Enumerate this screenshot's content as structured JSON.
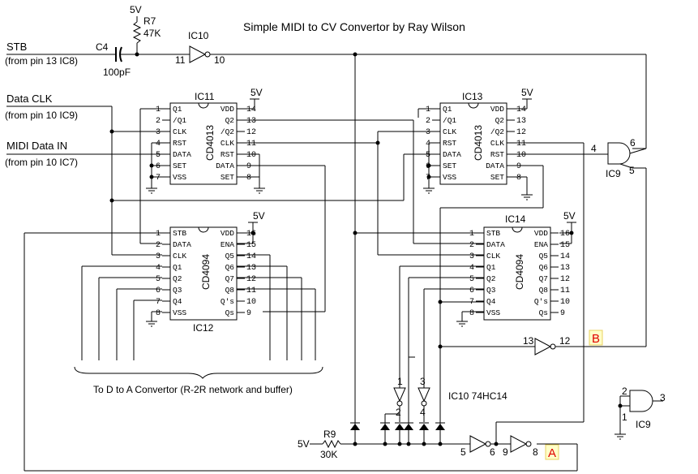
{
  "title": "Simple MIDI to CV Convertor by Ray Wilson",
  "inputs": {
    "stb": "STB",
    "stb_src": "(from pin 13 IC8)",
    "clk": "Data CLK",
    "clk_src": "(from pin 10 IC9)",
    "midi": "MIDI Data IN",
    "midi_src": "(from pin 10 IC7)"
  },
  "parts": {
    "r7_v": "5V",
    "r7_name": "R7",
    "r7_val": "47K",
    "c4_name": "C4",
    "c4_val": "100pF",
    "r9_v": "5V",
    "r9_name": "R9",
    "r9_val": "30K",
    "vdd_label": "5V"
  },
  "ic10": {
    "name": "IC10",
    "pin_in": "11",
    "pin_out": "10",
    "note": "IC10 74HC14",
    "b_in": "13",
    "b_out": "12",
    "p1": "1",
    "p2": "2",
    "p3": "3",
    "p4": "4",
    "p5": "5",
    "p6": "6",
    "p9": "9",
    "p8": "8"
  },
  "ic9": {
    "name": "IC9",
    "p4": "4",
    "p5": "5",
    "p6": "6",
    "p2": "2",
    "p1": "1",
    "p3": "3"
  },
  "ic11": {
    "name": "IC11",
    "part": "CD4013",
    "left": [
      [
        "1",
        "Q1"
      ],
      [
        "2",
        "/Q1"
      ],
      [
        "3",
        "CLK"
      ],
      [
        "4",
        "RST"
      ],
      [
        "5",
        "DATA"
      ],
      [
        "6",
        "SET"
      ],
      [
        "7",
        "VSS"
      ]
    ],
    "right": [
      [
        "14",
        "VDD"
      ],
      [
        "13",
        "Q2"
      ],
      [
        "12",
        "/Q2"
      ],
      [
        "11",
        "CLK"
      ],
      [
        "10",
        "RST"
      ],
      [
        "9",
        "DATA"
      ],
      [
        "8",
        "SET"
      ]
    ]
  },
  "ic13": {
    "name": "IC13",
    "part": "CD4013",
    "left": [
      [
        "1",
        "Q1"
      ],
      [
        "2",
        "/Q1"
      ],
      [
        "3",
        "CLK"
      ],
      [
        "4",
        "RST"
      ],
      [
        "5",
        "DATA"
      ],
      [
        "6",
        "SET"
      ],
      [
        "7",
        "VSS"
      ]
    ],
    "right": [
      [
        "14",
        "VDD"
      ],
      [
        "13",
        "Q2"
      ],
      [
        "12",
        "/Q2"
      ],
      [
        "11",
        "CLK"
      ],
      [
        "10",
        "RST"
      ],
      [
        "9",
        "DATA"
      ],
      [
        "8",
        "SET"
      ]
    ]
  },
  "ic12": {
    "name": "IC12",
    "part": "CD4094",
    "left": [
      [
        "1",
        "STB"
      ],
      [
        "2",
        "DATA"
      ],
      [
        "3",
        "CLK"
      ],
      [
        "4",
        "Q1"
      ],
      [
        "5",
        "Q2"
      ],
      [
        "6",
        "Q3"
      ],
      [
        "7",
        "Q4"
      ],
      [
        "8",
        "VSS"
      ]
    ],
    "right": [
      [
        "16",
        "VDD"
      ],
      [
        "15",
        "ENA"
      ],
      [
        "14",
        "Q5"
      ],
      [
        "13",
        "Q6"
      ],
      [
        "12",
        "Q7"
      ],
      [
        "11",
        "Q8"
      ],
      [
        "10",
        "Q's"
      ],
      [
        "9",
        "Qs"
      ]
    ]
  },
  "ic14": {
    "name": "IC14",
    "part": "CD4094",
    "left": [
      [
        "1",
        "STB"
      ],
      [
        "2",
        "DATA"
      ],
      [
        "3",
        "CLK"
      ],
      [
        "4",
        "Q1"
      ],
      [
        "5",
        "Q2"
      ],
      [
        "6",
        "Q3"
      ],
      [
        "7",
        "Q4"
      ],
      [
        "8",
        "VSS"
      ]
    ],
    "right": [
      [
        "16",
        "VDD"
      ],
      [
        "15",
        "ENA"
      ],
      [
        "14",
        "Q5"
      ],
      [
        "13",
        "Q6"
      ],
      [
        "12",
        "Q7"
      ],
      [
        "11",
        "Q8"
      ],
      [
        "10",
        "Q's"
      ],
      [
        "9",
        "Qs"
      ]
    ]
  },
  "dac_note": "To D to A Convertor (R-2R network and buffer)",
  "markers": {
    "a": "A",
    "b": "B"
  }
}
